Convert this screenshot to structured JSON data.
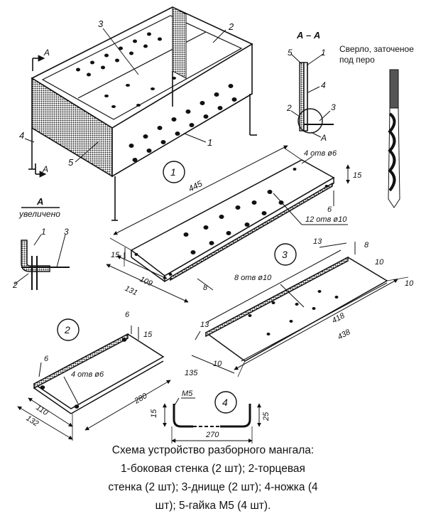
{
  "labels": {
    "section_aa": "А – А",
    "drill_note": "Сверло, заточеное под перо",
    "view_a": "А",
    "view_a_enlarged": "увеличено",
    "arrow_a1": "А",
    "arrow_a2": "А",
    "circle_a": "А",
    "part1": "1",
    "part2": "2",
    "part3": "3",
    "part4": "4",
    "part5": "5",
    "sec_5": "5",
    "sec_1": "1",
    "sec_4": "4",
    "sec_2": "2",
    "sec_3": "3",
    "det_1": "1",
    "det_3": "3",
    "det_2": "2",
    "circled_1": "1",
    "circled_2": "2",
    "circled_3": "3",
    "circled_4": "4"
  },
  "dimensions": {
    "d445": "445",
    "holes4": "4 отв ø6",
    "d15a": "15",
    "d6a": "6",
    "holes12": "12 отв ø10",
    "d15b": "15",
    "d109": "109",
    "d131": "131",
    "d8a": "8",
    "d13a": "13",
    "d8b": "8",
    "d10a": "10",
    "d10b": "10",
    "holes8": "8 отв ø10",
    "d13b": "13",
    "d418": "418",
    "d438": "438",
    "d10c": "10",
    "d135": "135",
    "d6b": "6",
    "d15c": "15",
    "d6c": "6",
    "holes4b": "4 отв ø6",
    "d280": "280",
    "d110": "110",
    "d132": "132",
    "m5": "M5",
    "d15d": "15",
    "d25": "25",
    "d270": "270"
  },
  "caption": {
    "line1": "Схема устройство разборного мангала:",
    "line2": "1-боковая стенка (2 шт); 2-торцевая",
    "line3": "стенка (2 шт); 3-днище (2 шт); 4-ножка (4",
    "line4": "шт); 5-гайка М5 (4 шт)."
  }
}
